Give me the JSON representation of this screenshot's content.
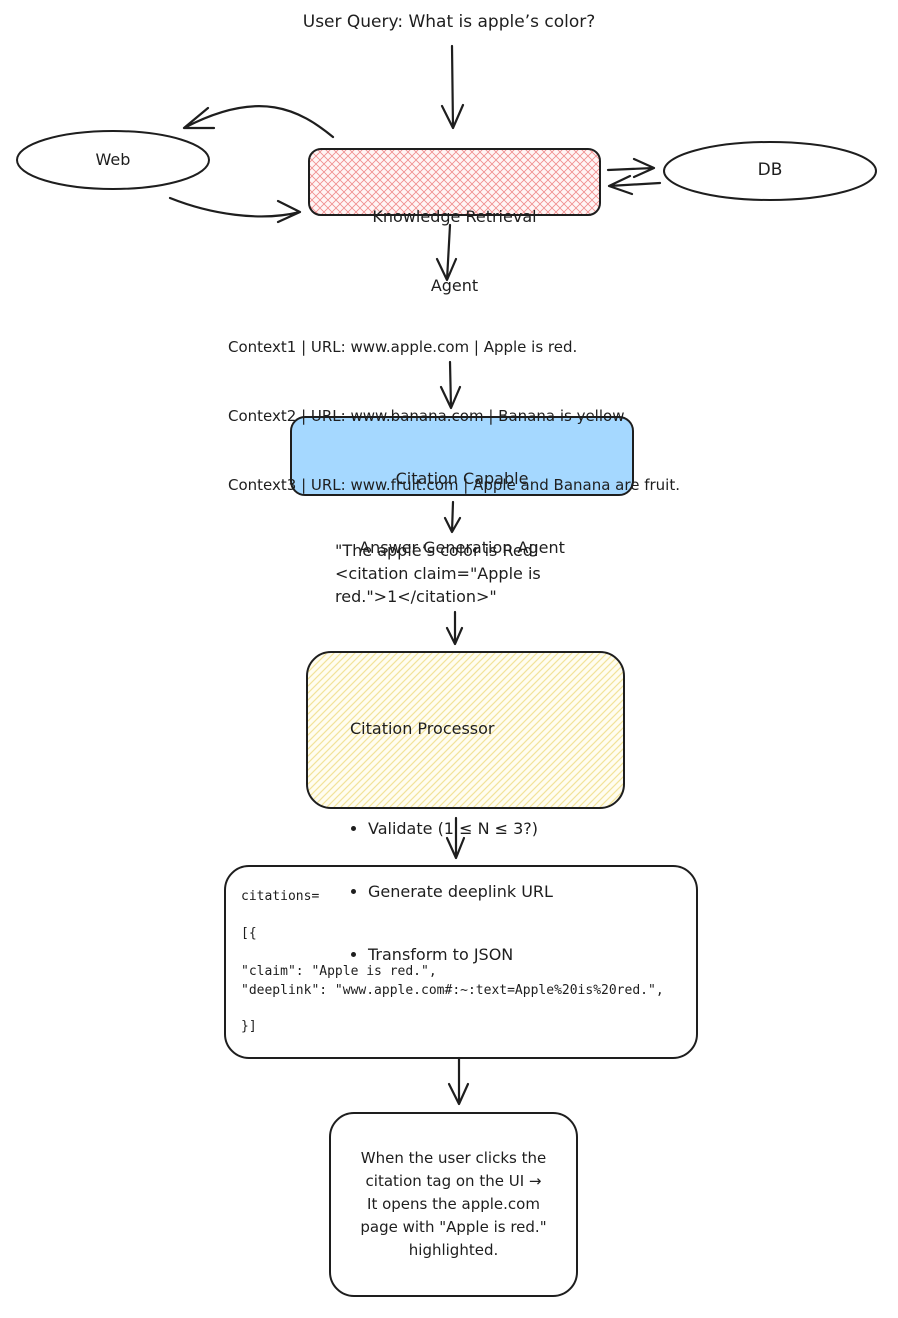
{
  "query": "User Query: What is apple’s color?",
  "web_label": "Web",
  "db_label": "DB",
  "retrieval_agent": {
    "line1": "Knowledge Retrieval",
    "line2": "Agent"
  },
  "contexts": [
    "Context1 | URL: www.apple.com | Apple is red.",
    "Context2 | URL: www.banana.com | Banana is yellow",
    "Context3 | URL: www.fruit.com | Apple and Banana are fruit."
  ],
  "answer_agent": {
    "line1": "Citation Capable",
    "line2": "Answer Generation Agent"
  },
  "answer_output": "\"The apple’s color is Red!\n<citation claim=\"Apple is\nred.\">1</citation>\"",
  "processor": {
    "title": "Citation Processor",
    "items": [
      "Validate (1 ≤ N ≤ 3?)",
      "Generate deeplink URL",
      "Transform to JSON"
    ]
  },
  "json_block": {
    "line1": "citations=",
    "line2": "[{",
    "line3": "\"claim\": \"Apple is red.\",",
    "line4": "\"deeplink\": \"www.apple.com#:~:text=Apple%20is%20red.\",",
    "line5": "}]"
  },
  "final_note": "When the user clicks the\ncitation tag on the UI →\nIt opens the apple.com\npage with \"Apple is red.\"\nhighlighted.",
  "colors": {
    "stroke": "#1e1e1e",
    "retrieval_fill": "#ffc9c9",
    "retrieval_hatch": "#f08c8c",
    "answer_fill": "#a5d8ff",
    "processor_fill": "#fff9db",
    "processor_hatch": "#f2e39a"
  }
}
